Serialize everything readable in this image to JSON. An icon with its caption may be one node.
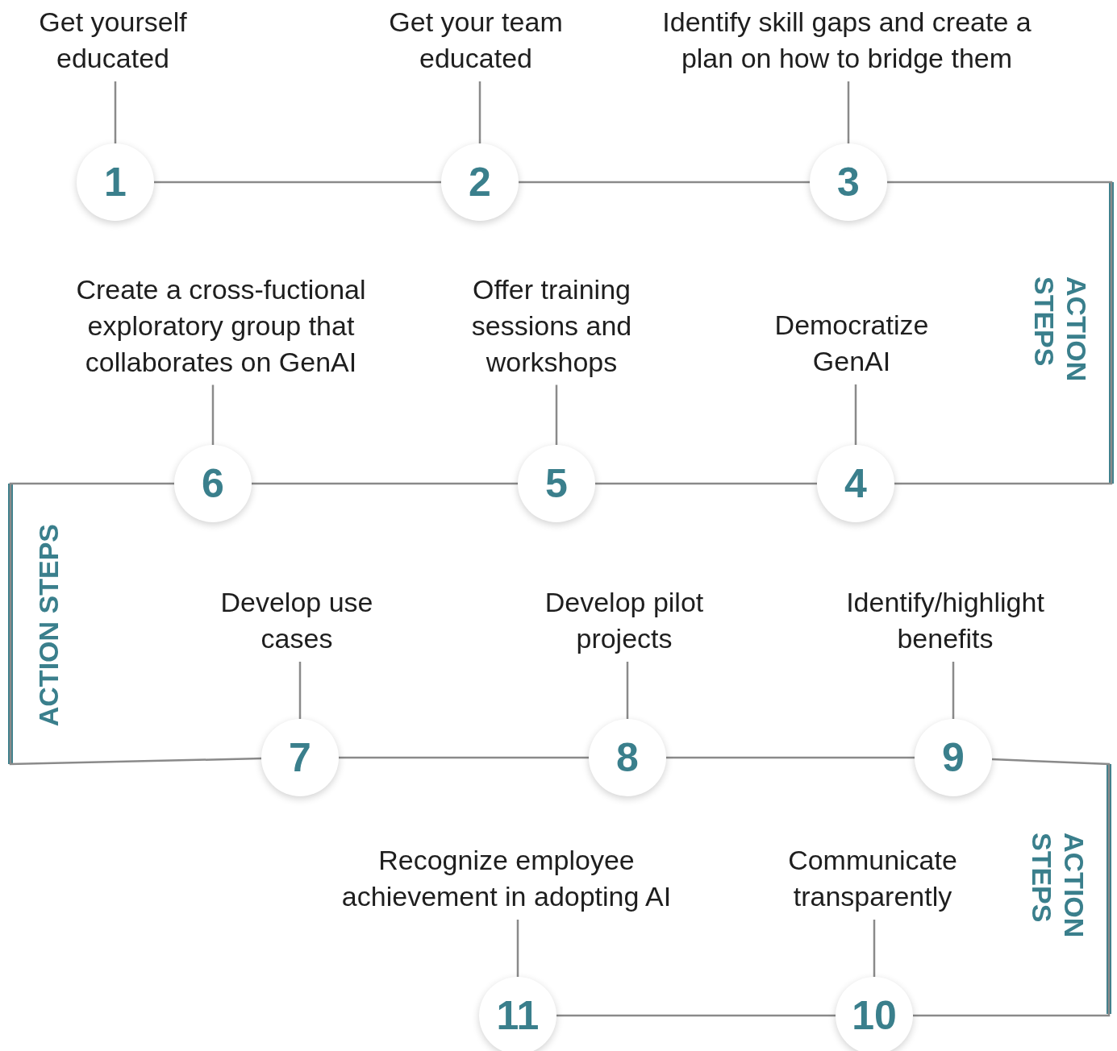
{
  "diagram": {
    "nodes": [
      {
        "text": [
          "Get yourself educated"
        ]
      },
      {
        "text": [
          "1"
        ]
      },
      {
        "text": [
          "Get your team educated"
        ]
      },
      {
        "text": [
          "2"
        ]
      },
      {
        "text": [
          "Identify skill gaps and create a plan on how to bridge them"
        ]
      },
      {
        "text": [
          "3"
        ]
      },
      {
        "text": [
          "Democratize GenAI"
        ]
      },
      {
        "text": [
          "4"
        ]
      },
      {
        "text": [
          "Offer training sessions and workshops"
        ]
      },
      {
        "text": [
          "5"
        ]
      },
      {
        "text": [
          "Create a cross-fuctional exploratory group that collaborates on GenAI"
        ]
      },
      {
        "text": [
          "6"
        ]
      },
      {
        "text": [
          "Develop use cases"
        ]
      },
      {
        "text": [
          "7"
        ]
      },
      {
        "text": [
          "Develop pilot projects"
        ]
      },
      {
        "text": [
          "8"
        ]
      },
      {
        "text": [
          "Identify/highlight benefits"
        ]
      },
      {
        "text": [
          "9"
        ]
      },
      {
        "text": [
          "Communicate transparently"
        ]
      },
      {
        "text": [
          "10"
        ]
      },
      {
        "text": [
          "Recognize employee achievement in adopting AI"
        ]
      },
      {
        "text": [
          "11"
        ]
      }
    ],
    "edges": [
      {
        "from": 0,
        "to": 1,
        "arrow": "none"
      },
      {
        "from": 2,
        "to": 3,
        "arrow": "none"
      },
      {
        "from": 4,
        "to": 5,
        "arrow": "none"
      },
      {
        "from": 6,
        "to": 7,
        "arrow": "none"
      },
      {
        "from": 8,
        "to": 9,
        "arrow": "none"
      },
      {
        "from": 10,
        "to": 11,
        "arrow": "none"
      },
      {
        "from": 12,
        "to": 13,
        "arrow": "none"
      },
      {
        "from": 14,
        "to": 15,
        "arrow": "none"
      },
      {
        "from": 16,
        "to": 17,
        "arrow": "none"
      },
      {
        "from": 18,
        "to": 19,
        "arrow": "none"
      },
      {
        "from": 20,
        "to": 21,
        "arrow": "none"
      },
      {
        "from": 1,
        "to": 3,
        "arrow": "none"
      },
      {
        "from": 3,
        "to": 5,
        "arrow": "none"
      },
      {
        "from": 5,
        "to": 7,
        "arrow": "none"
      },
      {
        "from": 7,
        "to": 9,
        "arrow": "none"
      },
      {
        "from": 9,
        "to": 11,
        "arrow": "none"
      },
      {
        "from": 11,
        "to": 13,
        "arrow": "none"
      },
      {
        "from": 13,
        "to": 15,
        "arrow": "none"
      },
      {
        "from": 15,
        "to": 17,
        "arrow": "none"
      },
      {
        "from": 17,
        "to": 19,
        "arrow": "none"
      },
      {
        "from": 19,
        "to": 21,
        "arrow": "none"
      }
    ],
    "labels": [
      "ACTION STEPS",
      "ACTION STEPS",
      "ACTION STEPS"
    ]
  }
}
